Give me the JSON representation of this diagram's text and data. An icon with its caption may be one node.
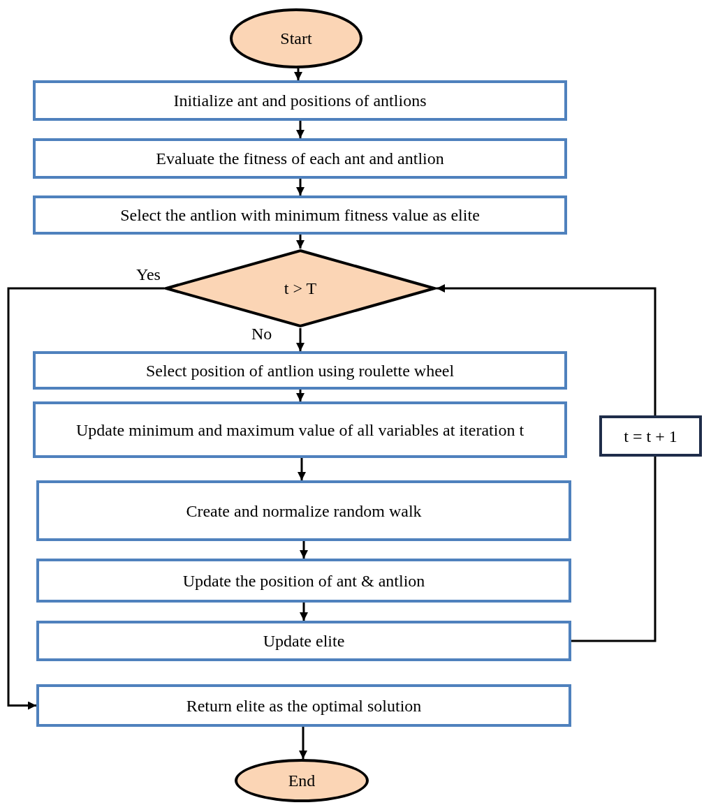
{
  "diagram": {
    "nodes": [
      {
        "text": [
          "Start"
        ]
      },
      {
        "text": [
          "Initialize ant and positions of antlions"
        ]
      },
      {
        "text": [
          "Evaluate the fitness of each ant and antlion"
        ]
      },
      {
        "text": [
          "Select the antlion with minimum fitness value as elite"
        ]
      },
      {
        "text": [
          "t > T"
        ]
      },
      {
        "text": [
          "Select position of antlion using roulette wheel"
        ]
      },
      {
        "text": [
          "Update minimum and maximum value of all variables at iteration t"
        ]
      },
      {
        "text": [
          "Create and normalize random walk"
        ]
      },
      {
        "text": [
          "Update the position of ant & antlion"
        ]
      },
      {
        "text": [
          "Update elite"
        ]
      },
      {
        "text": [
          "t = t + 1"
        ]
      },
      {
        "text": [
          "Return elite as the optimal solution"
        ]
      },
      {
        "text": [
          "End"
        ]
      }
    ],
    "edges": [
      {
        "from": 0,
        "to": 1,
        "arrow": "to"
      },
      {
        "from": 1,
        "to": 2,
        "arrow": "to"
      },
      {
        "from": 2,
        "to": 3,
        "arrow": "to"
      },
      {
        "from": 3,
        "to": 4,
        "arrow": "to"
      },
      {
        "from": 4,
        "to": 5,
        "arrow": "to",
        "label": "No"
      },
      {
        "from": 5,
        "to": 6,
        "arrow": "to"
      },
      {
        "from": 6,
        "to": 7,
        "arrow": "to"
      },
      {
        "from": 7,
        "to": 8,
        "arrow": "to"
      },
      {
        "from": 8,
        "to": 9,
        "arrow": "to"
      },
      {
        "from": 9,
        "to": 10,
        "arrow": "none"
      },
      {
        "from": 10,
        "to": 4,
        "arrow": "to"
      },
      {
        "from": 4,
        "to": 11,
        "arrow": "to",
        "label": "Yes"
      },
      {
        "from": 11,
        "to": 12,
        "arrow": "to"
      }
    ]
  }
}
